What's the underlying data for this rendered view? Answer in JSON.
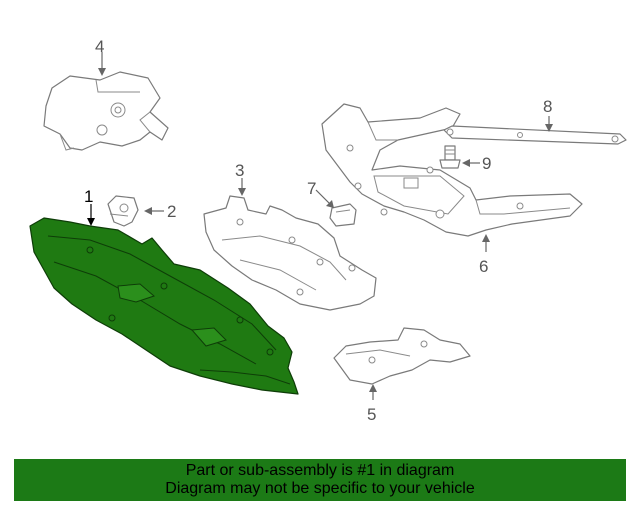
{
  "callouts": {
    "c1": "1",
    "c2": "2",
    "c3": "3",
    "c4": "4",
    "c5": "5",
    "c6": "6",
    "c7": "7",
    "c8": "8",
    "c9": "9"
  },
  "banner": {
    "line1": "Part or sub-assembly is #1 in diagram",
    "line2": "Diagram may not be specific to your vehicle"
  },
  "colors": {
    "highlight_part": "#1f7a12",
    "banner_bg": "#1c7a16"
  }
}
